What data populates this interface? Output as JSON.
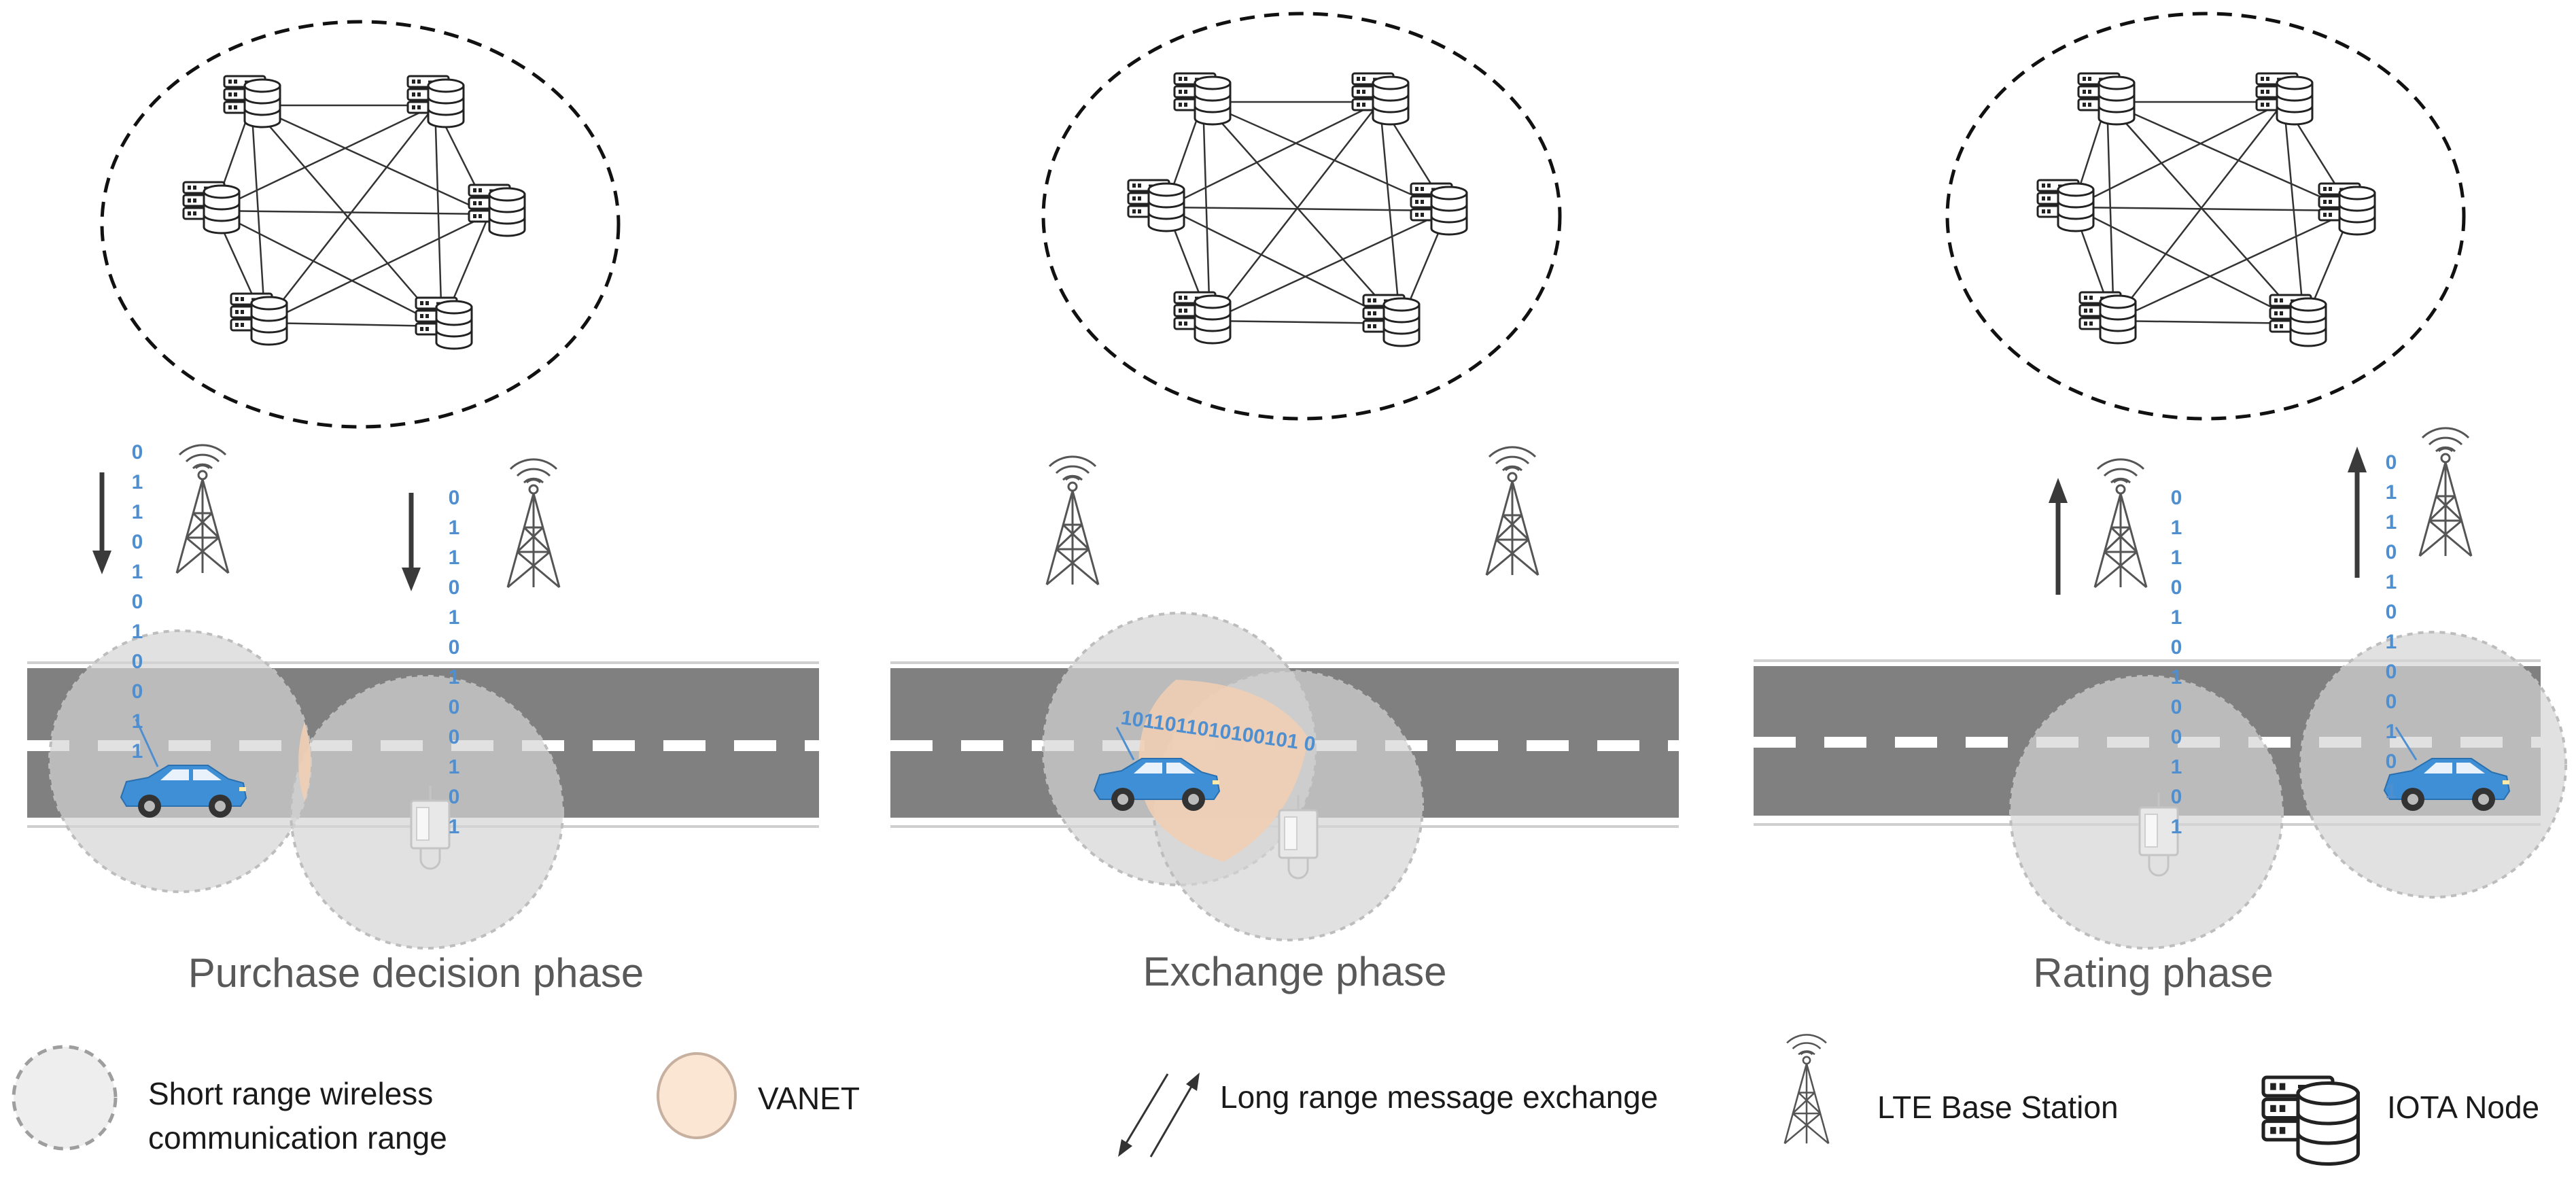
{
  "phases": [
    {
      "label": "Purchase decision phase",
      "bits": "01101010011",
      "rsu_bits": "011010100101"
    },
    {
      "label": "Exchange phase",
      "bits": "1011011010100101 0"
    },
    {
      "label": "Rating phase",
      "bits": "011010100101",
      "rsu_bits": "011010100101"
    }
  ],
  "legend": {
    "short_range_line1": "Short range wireless",
    "short_range_line2": "communication range",
    "vanet": "VANET",
    "long_range": "Long range message exchange",
    "lte": "LTE Base Station",
    "iota": "IOTA Node"
  },
  "icons": [
    "iota-node-icon",
    "lte-tower-icon",
    "car-icon",
    "roadside-unit-icon",
    "arrow-icon"
  ],
  "colors": {
    "road": "#808080",
    "range": "#d0d0d0",
    "vanet": "#f6d7bf",
    "bits": "#4f8fd0",
    "car": "#3e8fd6"
  }
}
